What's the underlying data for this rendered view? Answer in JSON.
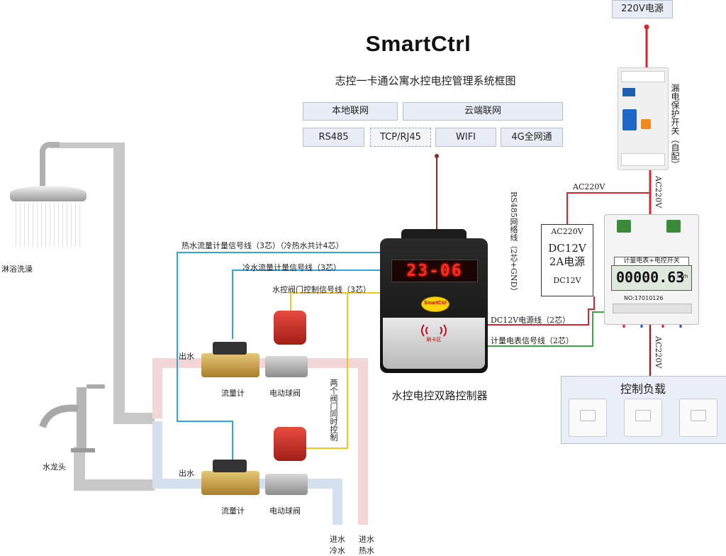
{
  "header": {
    "brand": "SmartCtrl",
    "subtitle": "志控一卡通公寓水控电控管理系统框图"
  },
  "network": {
    "local": "本地联网",
    "cloud": "云端联网",
    "rs485": "RS485",
    "tcp": "TCP/RJ45",
    "wifi": "WIFI",
    "g4": "4G全网通"
  },
  "power": {
    "source": "220V电源",
    "breaker_label": "漏电保护开关（自配）",
    "ac_a": "AC220V",
    "ac_b": "AC220V",
    "ac_c": "AC220V",
    "psu_in": "AC220V",
    "psu_main_1": "DC12V",
    "psu_main_2": "2A电源",
    "psu_out": "DC12V",
    "meter_title": "计量电表+电控开关",
    "meter_reading": "00000.63",
    "meter_unit": "kWh",
    "meter_no": "NO:17010126"
  },
  "controller": {
    "display": "23-06",
    "logo": "SmartCtrl",
    "card_zone": "刷卡区",
    "name": "水控电控双路控制器",
    "rs485_line": "RS485网络线（2芯+GND）",
    "dc_line": "DC12V电源线（2芯）",
    "meter_signal": "计量电表信号线（2芯）"
  },
  "signals": {
    "hot_flow": "热水流量计量信号线（3芯）（冷热水共计4芯）",
    "cold_flow": "冷水流量计量信号线（3芯）",
    "valve_ctrl": "水控阀门控制信号线（3芯）",
    "both_valves": "两个阀门同时控制"
  },
  "fixtures": {
    "shower": "淋浴洗澡",
    "faucet": "水龙头",
    "outlet_top": "出水",
    "outlet_bottom": "出水",
    "flow_meter_top": "流量计",
    "valve_top": "电动球阀",
    "flow_meter_bottom": "流量计",
    "valve_bottom": "电动球阀",
    "inlet_cold_a": "进水",
    "inlet_cold_b": "冷水",
    "inlet_hot_a": "进水",
    "inlet_hot_b": "热水"
  },
  "load": {
    "title": "控制负载"
  },
  "colors": {
    "pipe_gray": "#c8c8c8",
    "pipe_pink": "#f3d6d8",
    "pipe_blue": "#d4e0ee",
    "wire_blue": "#2ea7e0",
    "wire_yellow": "#f5c518",
    "wire_red": "#d9232d",
    "wire_green": "#3aa845",
    "wire_dark": "#8b2a2a",
    "valve_red": "#d8322b",
    "brass": "#c9a24a"
  }
}
